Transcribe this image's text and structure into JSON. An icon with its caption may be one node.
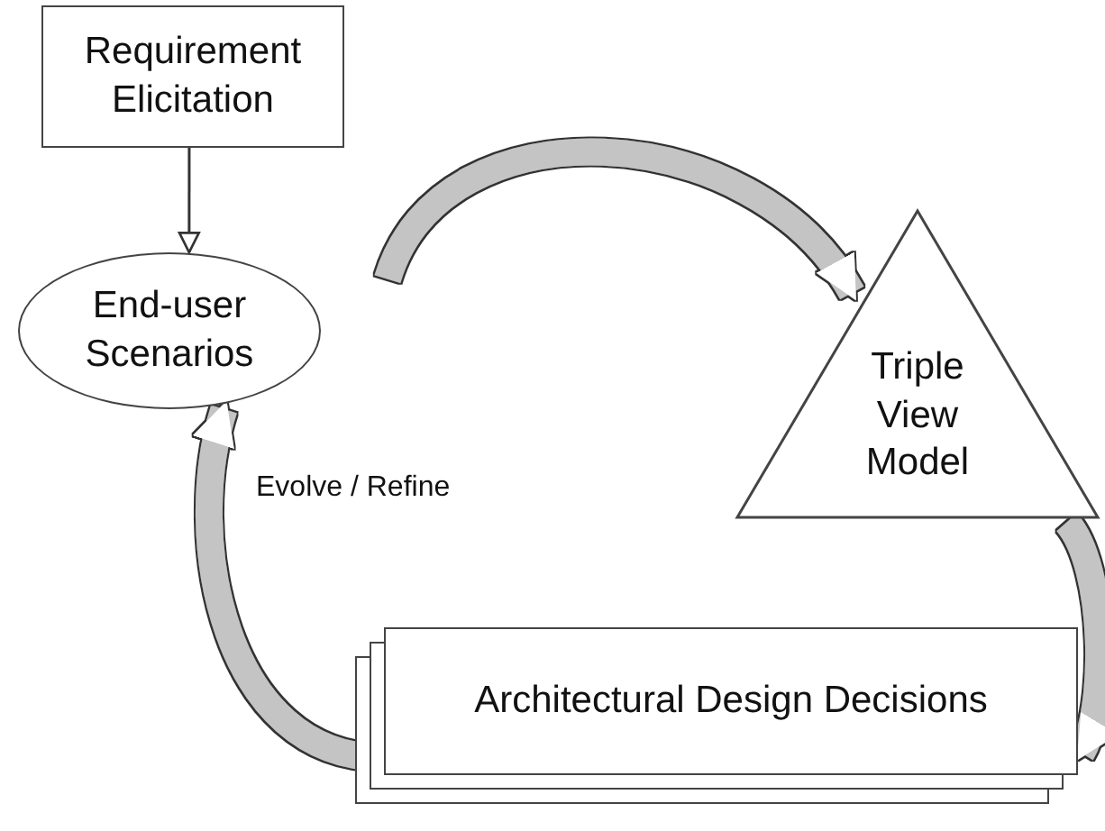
{
  "diagram": {
    "nodes": [
      {
        "text": [
          "Requirement Elicitation"
        ]
      },
      {
        "text": [
          "End-user Scenarios"
        ]
      },
      {
        "text": [
          "Triple View Model"
        ]
      },
      {
        "text": [
          "Architectural Design Decisions"
        ]
      }
    ],
    "edges": [
      {
        "from": 0,
        "to": 1,
        "arrow": "to",
        "color": "#333333"
      },
      {
        "from": 1,
        "to": 2,
        "arrow": "to"
      },
      {
        "from": 2,
        "to": 3,
        "arrow": "to"
      },
      {
        "from": 3,
        "to": 1,
        "arrow": "to",
        "label": "Evolve / Refine"
      }
    ]
  }
}
